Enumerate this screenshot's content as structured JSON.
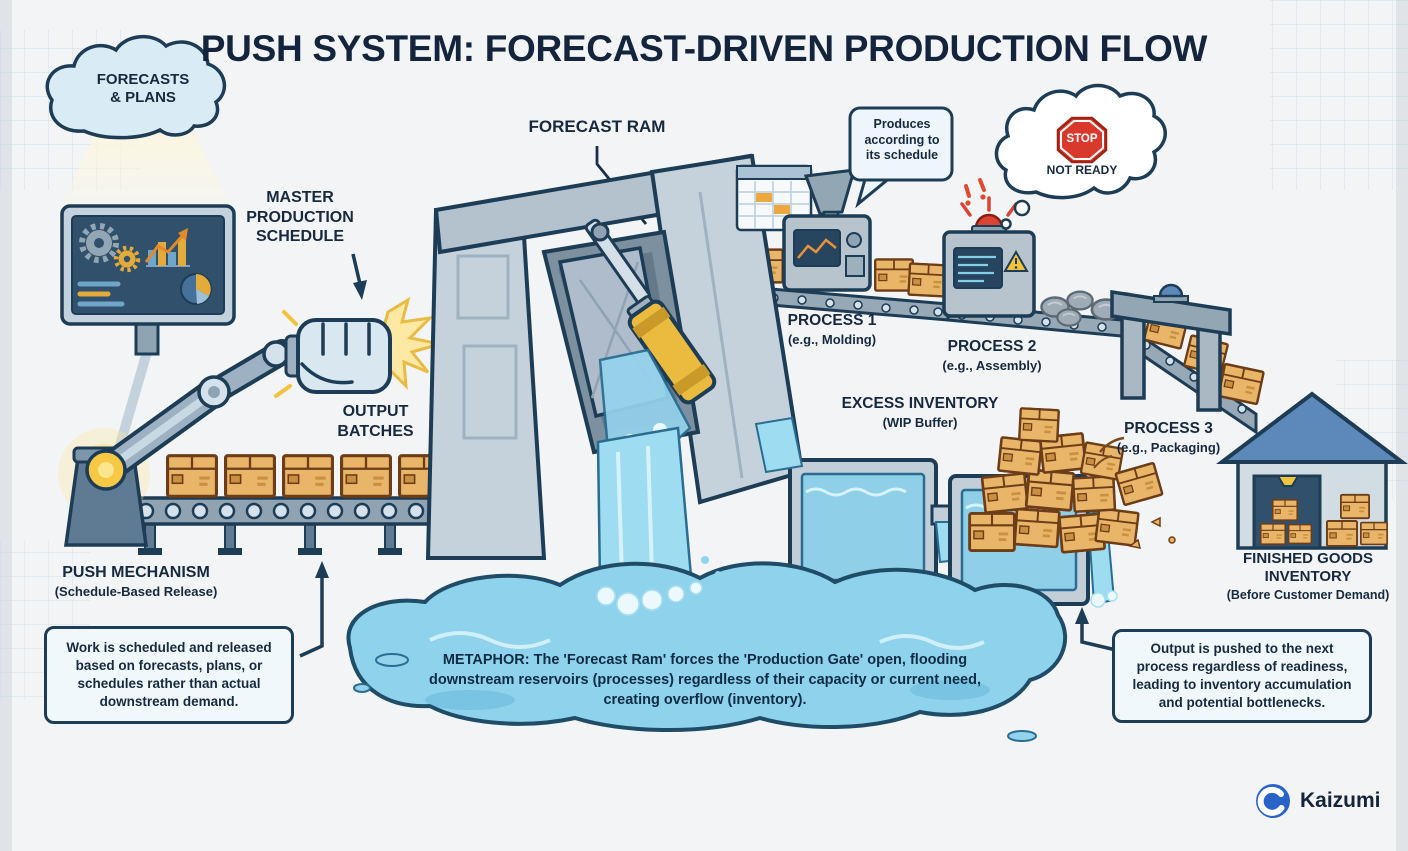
{
  "title": "PUSH SYSTEM: FORECAST-DRIVEN PRODUCTION FLOW",
  "forecast_cloud": {
    "line1": "FORECASTS",
    "line2": "& PLANS"
  },
  "labels": {
    "forecast_ram": "FORECAST RAM",
    "master_production_schedule": "MASTER PRODUCTION SCHEDULE",
    "output_batches": "OUTPUT BATCHES",
    "push_mechanism": "PUSH MECHANISM",
    "push_mechanism_sub": "(Schedule-Based Release)",
    "excess_inventory": "EXCESS INVENTORY",
    "excess_inventory_sub": "(WIP Buffer)",
    "finished_goods": "FINISHED GOODS INVENTORY",
    "finished_goods_sub": "(Before Customer Demand)"
  },
  "processes": [
    {
      "name": "PROCESS 1",
      "example": "(e.g., Molding)"
    },
    {
      "name": "PROCESS 2",
      "example": "(e.g., Assembly)"
    },
    {
      "name": "PROCESS 3",
      "example": "(e.g., Packaging)"
    }
  ],
  "speech_bubble": {
    "text": "Produces according to its schedule"
  },
  "thought_cloud": {
    "stop_sign": "STOP",
    "status": "NOT READY"
  },
  "callout_left": {
    "text": "Work is scheduled and released based on forecasts, plans, or schedules rather than actual downstream demand."
  },
  "callout_right": {
    "text": "Output is pushed to the next process regardless of readiness, leading to inventory accumulation and potential bottlenecks."
  },
  "metaphor": {
    "label": "METAPHOR:",
    "text": " The 'Forecast Ram' forces the 'Production Gate' open, flooding downstream reservoirs (processes) regardless of their capacity or current need, creating overflow (inventory)."
  },
  "brand": {
    "name": "Kaizumi"
  },
  "icons": {
    "forecast_cloud": "cloud",
    "stop_sign": "stop-octagon",
    "process2_alarm": "red-dome-light",
    "process3_light": "blue-dome-light",
    "brand_logo": "blue-swoosh-circle"
  },
  "colors": {
    "accent_navy": "#1b2f4a",
    "water_blue": "#8ed2ec",
    "box_tan": "#e9b568",
    "machine_gray": "#b7c4ce",
    "alert_red": "#d8392c",
    "glow_yellow": "#f6c844",
    "brand_blue": "#2a63c8"
  }
}
